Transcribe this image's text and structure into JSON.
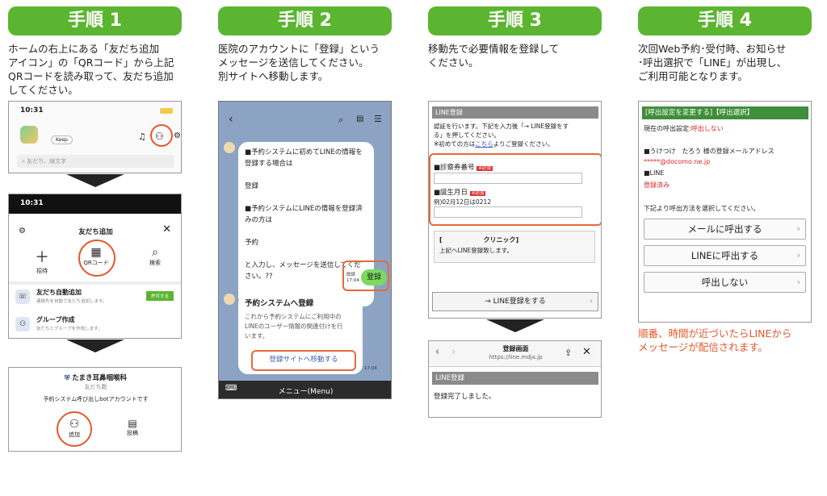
{
  "steps": [
    {
      "title": "手順 1",
      "desc": [
        "ホームの右上にある「友だち追加",
        "アイコン」の「QRコード」から上記",
        "QRコードを読み取って、友だち追加",
        "してください。"
      ]
    },
    {
      "title": "手順 2",
      "desc": [
        "医院のアカウントに「登録」という",
        "メッセージを送信してください。",
        "別サイトへ移動します。"
      ]
    },
    {
      "title": "手順 3",
      "desc": [
        "移動先で必要情報を登録して",
        "ください。"
      ]
    },
    {
      "title": "手順 4",
      "desc": [
        "次回Web予約･受付時、お知らせ",
        "･呼出選択で「LINE」が出現し、",
        "ご利用可能となります。"
      ]
    }
  ],
  "s1a": {
    "time": "10:31",
    "keep": "Keep",
    "search": "友だち、線文字"
  },
  "s1b": {
    "time": "10:31",
    "title": "友だち追加",
    "invite": "招待",
    "qr": "QRコード",
    "search": "検索",
    "auto": "友だち自動追加",
    "auto_sub": "連絡先を自動で友だち追加します。",
    "auto_btn": "許可する",
    "group": "グループ作成",
    "group_sub": "友だちとグループを作成します。"
  },
  "s1c": {
    "clinic": "たまき耳鼻咽喉科",
    "friends": "友だち数",
    "bot": "予約システム呼び出しbotアカウントです",
    "add": "追加",
    "post": "投稿"
  },
  "s2": {
    "msg1": [
      "■予約システムに初めてLINEの情報を",
      "登録する場合は",
      "",
      "登録",
      "",
      "■予約システムにLINEの情報を登録済",
      "みの方は",
      "",
      "予約",
      "",
      "と入力し、メッセージを送信してくだ",
      "さい。??"
    ],
    "read": "既読",
    "sent_time": "17:04",
    "sent": "登録",
    "card_title": "予約システムへ登録",
    "card_body": [
      "これから予約システムにご利用中の",
      "LINEのユーザー情報の関連付けを行",
      "います。"
    ],
    "card_btn": "登録サイトへ移動する",
    "card_time": "17:04",
    "menu": "メニュー(Menu)"
  },
  "s3": {
    "title": "LINE登録",
    "intro": [
      "認証を行います。下記を入力後「→ LINE登録をす",
      "る」を押してください。"
    ],
    "first": "※初めての方は",
    "first_link": "こちら",
    "first_tail": "よりご登録ください。",
    "f1": "■診察券番号",
    "req": "※必須",
    "f2": "■誕生月日",
    "f2_hint": "例)02月12日は0212",
    "clinic": "[　　　　　　 クリニック]",
    "clinic_sub": "上記へLINE登録致します。",
    "btn": "→ LINE登録をする",
    "done_title": "登録画面",
    "done_url": "https://line.mdja.jp",
    "done_bar": "LINE登録",
    "done_msg": "登録完了しました。"
  },
  "s4": {
    "bar": "[呼出設定を変更する]【呼出選択】",
    "current": "現在の呼出設定:",
    "current_val": "呼出しない",
    "user": "■うけつけ　たろう 様の登録メールアドレス",
    "email": "*****@docomo.ne.jp",
    "line": "■LINE",
    "line_val": "登録済み",
    "choose": "下記より呼出方法を選択してください。",
    "b1": "メールに呼出する",
    "b2": "LINEに呼出する",
    "b3": "呼出しない",
    "note": [
      "順番、時間が近づいたらLINEから",
      "メッセージが配信されます。"
    ]
  }
}
